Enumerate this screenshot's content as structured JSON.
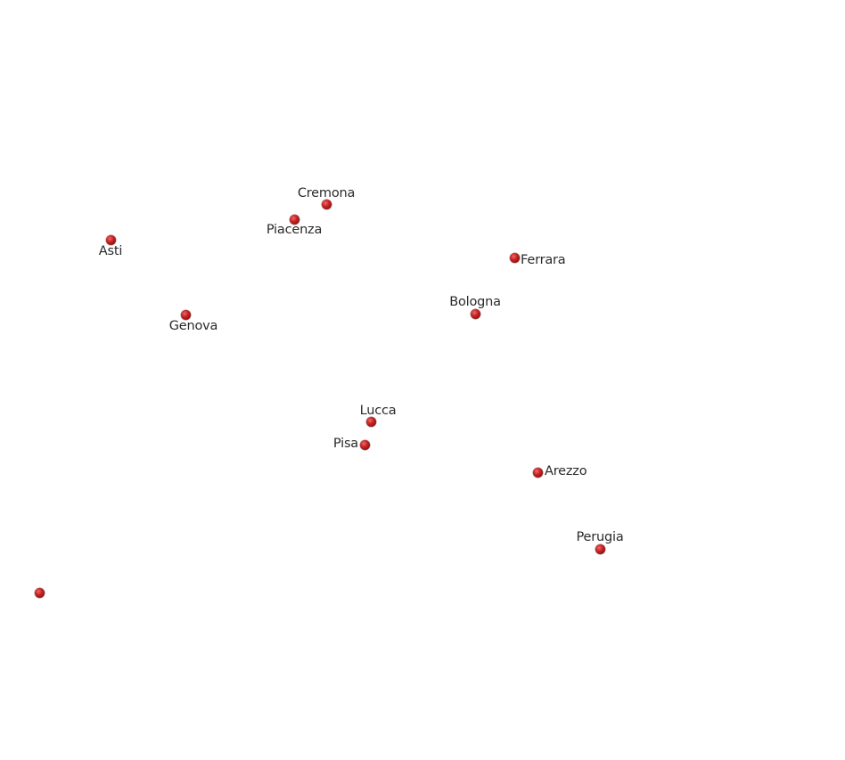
{
  "map": {
    "marker_color": "#b01e1e",
    "label_color": "#2a2a2a",
    "background": "#ffffff",
    "cities": [
      {
        "id": "cremona",
        "name": "Cremona"
      },
      {
        "id": "piacenza",
        "name": "Piacenza"
      },
      {
        "id": "asti",
        "name": "Asti"
      },
      {
        "id": "ferrara",
        "name": "Ferrara"
      },
      {
        "id": "bologna",
        "name": "Bologna"
      },
      {
        "id": "genova",
        "name": "Genova"
      },
      {
        "id": "lucca",
        "name": "Lucca"
      },
      {
        "id": "pisa",
        "name": "Pisa"
      },
      {
        "id": "arezzo",
        "name": "Arezzo"
      },
      {
        "id": "perugia",
        "name": "Perugia"
      },
      {
        "id": "unlabeled",
        "name": ""
      }
    ]
  }
}
